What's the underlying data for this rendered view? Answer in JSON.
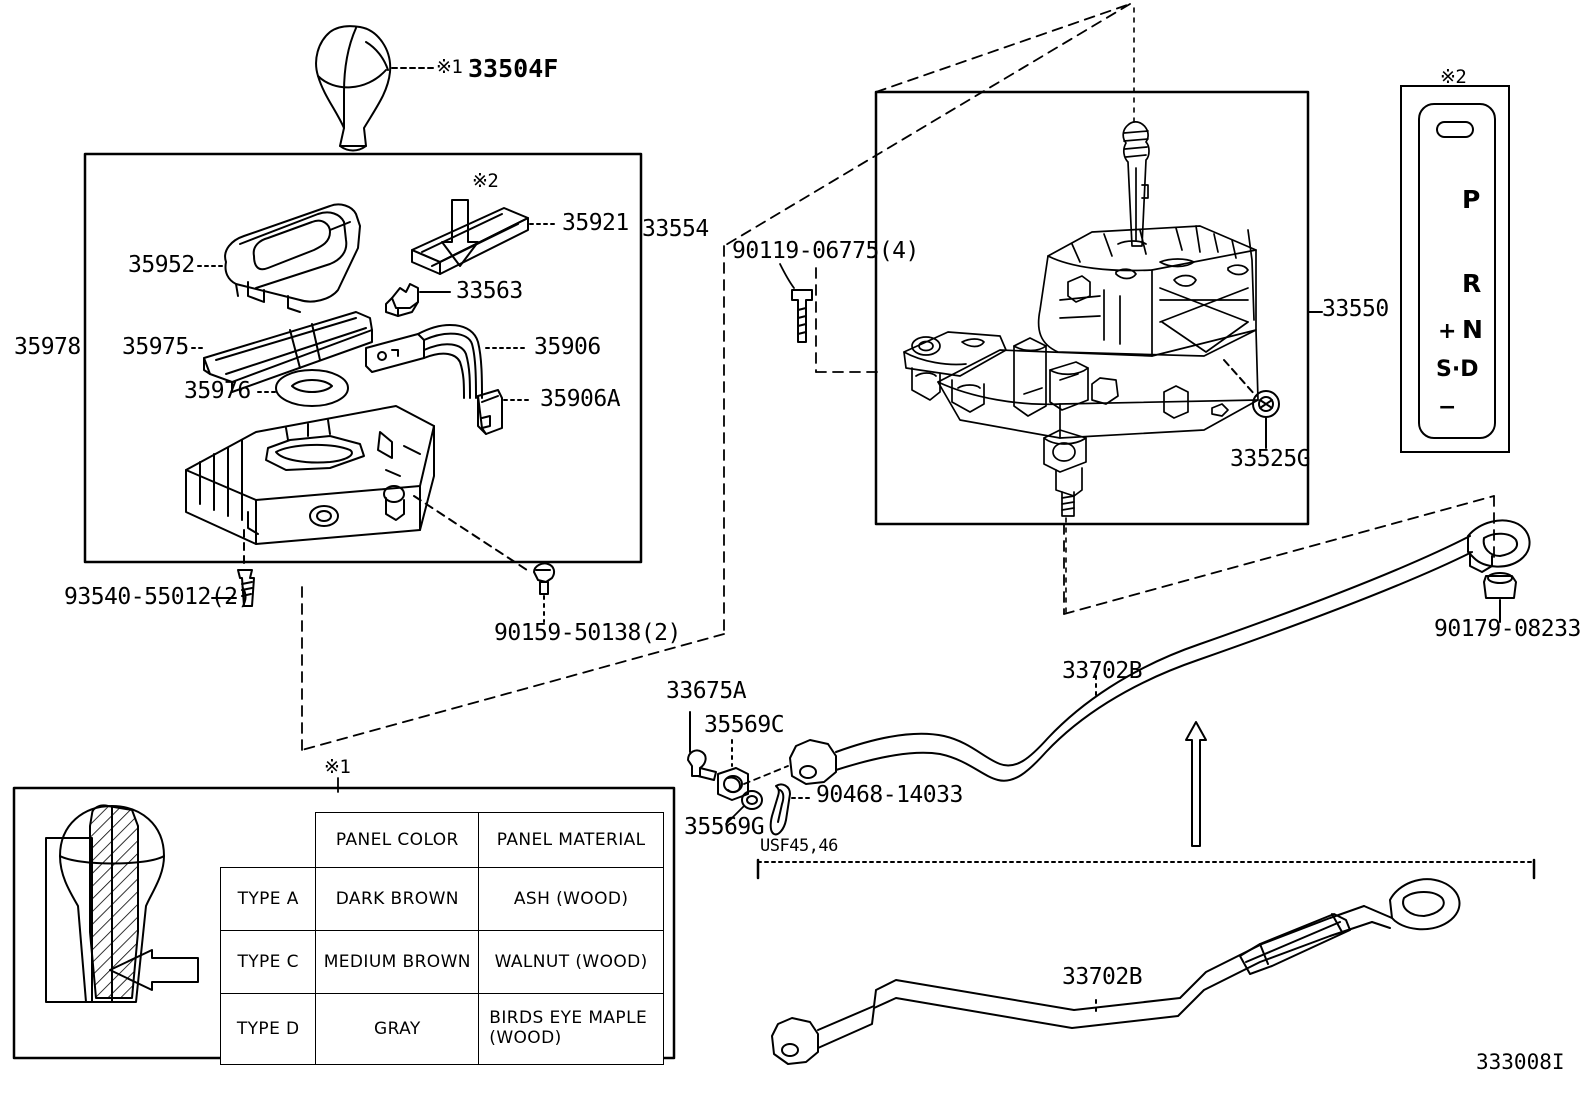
{
  "diagram": {
    "figure_code": "333008I",
    "marks": {
      "mark1": "※1",
      "mark2": "※2"
    }
  },
  "parts": {
    "shift_knob": "33504F",
    "knob_mark": "※1",
    "upper_panel": "35952",
    "wood_trim": "35921",
    "clip": "33563",
    "retainer": "33554",
    "plate": "35975",
    "emblem": "35976",
    "harness": "35906",
    "connector": "35906A",
    "console_assy": "35978",
    "screw_93540": "93540-55012(2)",
    "screw_90159": "90159-50138(2)",
    "bolt_90119": "90119-06775(4)",
    "shift_lever_assy": "33550",
    "bushing_33525G": "33525G",
    "nut_90179": "90179-08233",
    "control_cable_top": "33702B",
    "control_cable_bottom": "33702B",
    "pin_33675A": "33675A",
    "grommet_35569C": "35569C",
    "grommet_35569G": "35569G",
    "clip_90468": "90468-14033",
    "model_note": "USF45,46",
    "trim_mark": "※2"
  },
  "shift_pattern": {
    "mark": "※2",
    "positions": [
      "P",
      "R",
      "N",
      "S·D"
    ],
    "plus": "+",
    "minus": "−"
  },
  "spec_table": {
    "mark": "※1",
    "headers": [
      "",
      "PANEL COLOR",
      "PANEL MATERIAL"
    ],
    "rows": [
      {
        "type": "TYPE A",
        "color": "DARK BROWN",
        "material": "ASH (WOOD)"
      },
      {
        "type": "TYPE C",
        "color": "MEDIUM BROWN",
        "material": "WALNUT (WOOD)"
      },
      {
        "type": "TYPE D",
        "color": "GRAY",
        "material": "BIRDS EYE MAPLE (WOOD)"
      }
    ]
  }
}
